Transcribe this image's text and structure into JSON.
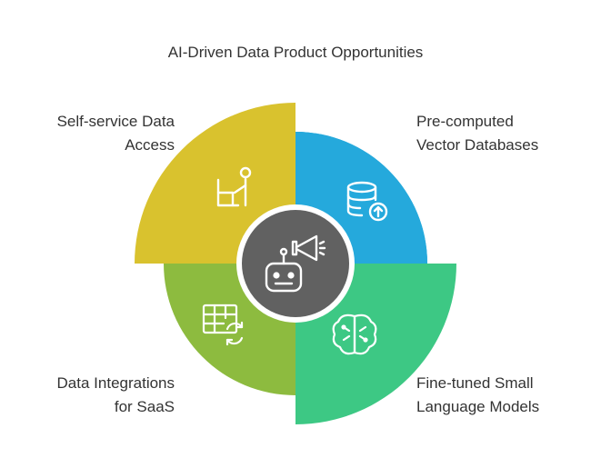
{
  "title": "AI-Driven Data Product Opportunities",
  "segments": [
    {
      "id": "top-left",
      "lines": [
        "Self-service Data",
        "Access"
      ],
      "color": "#D9C22E",
      "icon": "self-service-icon"
    },
    {
      "id": "top-right",
      "lines": [
        "Pre-computed",
        "Vector Databases"
      ],
      "color": "#25A9DC",
      "icon": "database-upload-icon"
    },
    {
      "id": "bottom-left",
      "lines": [
        "Data Integrations",
        "for SaaS"
      ],
      "color": "#8DBB3F",
      "icon": "table-sync-icon"
    },
    {
      "id": "bottom-right",
      "lines": [
        "Fine-tuned Small",
        "Language Models"
      ],
      "color": "#3DC884",
      "icon": "brain-circuit-icon"
    }
  ],
  "center": {
    "color": "#616161",
    "icon": "robot-megaphone-icon"
  }
}
